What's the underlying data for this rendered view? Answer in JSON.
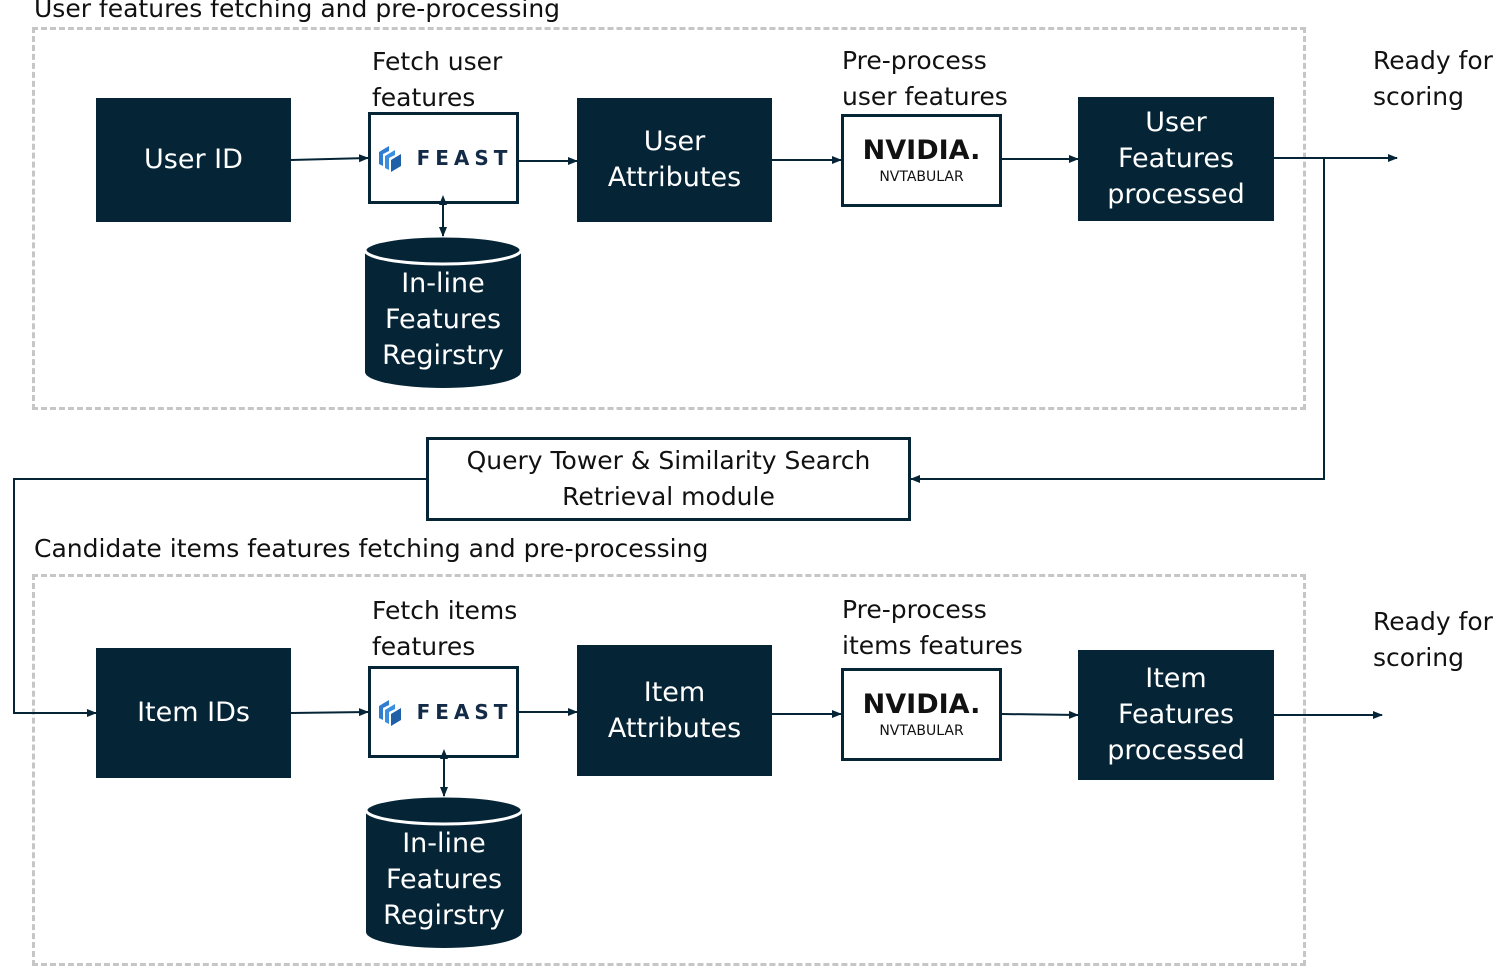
{
  "colors": {
    "node_fill": "#052537",
    "node_text": "#ffffff",
    "dashed_border": "#c6c6c6",
    "arrow": "#052537"
  },
  "user_group": {
    "title": "User features fetching and pre-processing",
    "user_id": "User ID",
    "fetch_label": "Fetch user\nfeatures",
    "feast_logo": {
      "icon": "feast-logo-icon",
      "text": "FEAST"
    },
    "registry": "In-line\nFeatures\nRegirstry",
    "attributes": "User\nAttributes",
    "preprocess_label": "Pre-process\nuser features",
    "nvidia_logo": {
      "main": "NVIDIA.",
      "sub": "NVTABULAR"
    },
    "processed": "User\nFeatures\nprocessed",
    "ready": "Ready for\nscoring"
  },
  "retrieval_module": "Query Tower & Similarity Search\nRetrieval module",
  "item_group": {
    "title": "Candidate items features fetching and pre-processing",
    "item_ids": "Item IDs",
    "fetch_label": "Fetch items\nfeatures",
    "feast_logo": {
      "icon": "feast-logo-icon",
      "text": "FEAST"
    },
    "registry": "In-line\nFeatures\nRegirstry",
    "attributes": "Item\nAttributes",
    "preprocess_label": "Pre-process\nitems features",
    "nvidia_logo": {
      "main": "NVIDIA.",
      "sub": "NVTABULAR"
    },
    "processed": "Item\nFeatures\nprocessed",
    "ready": "Ready for\nscoring"
  }
}
